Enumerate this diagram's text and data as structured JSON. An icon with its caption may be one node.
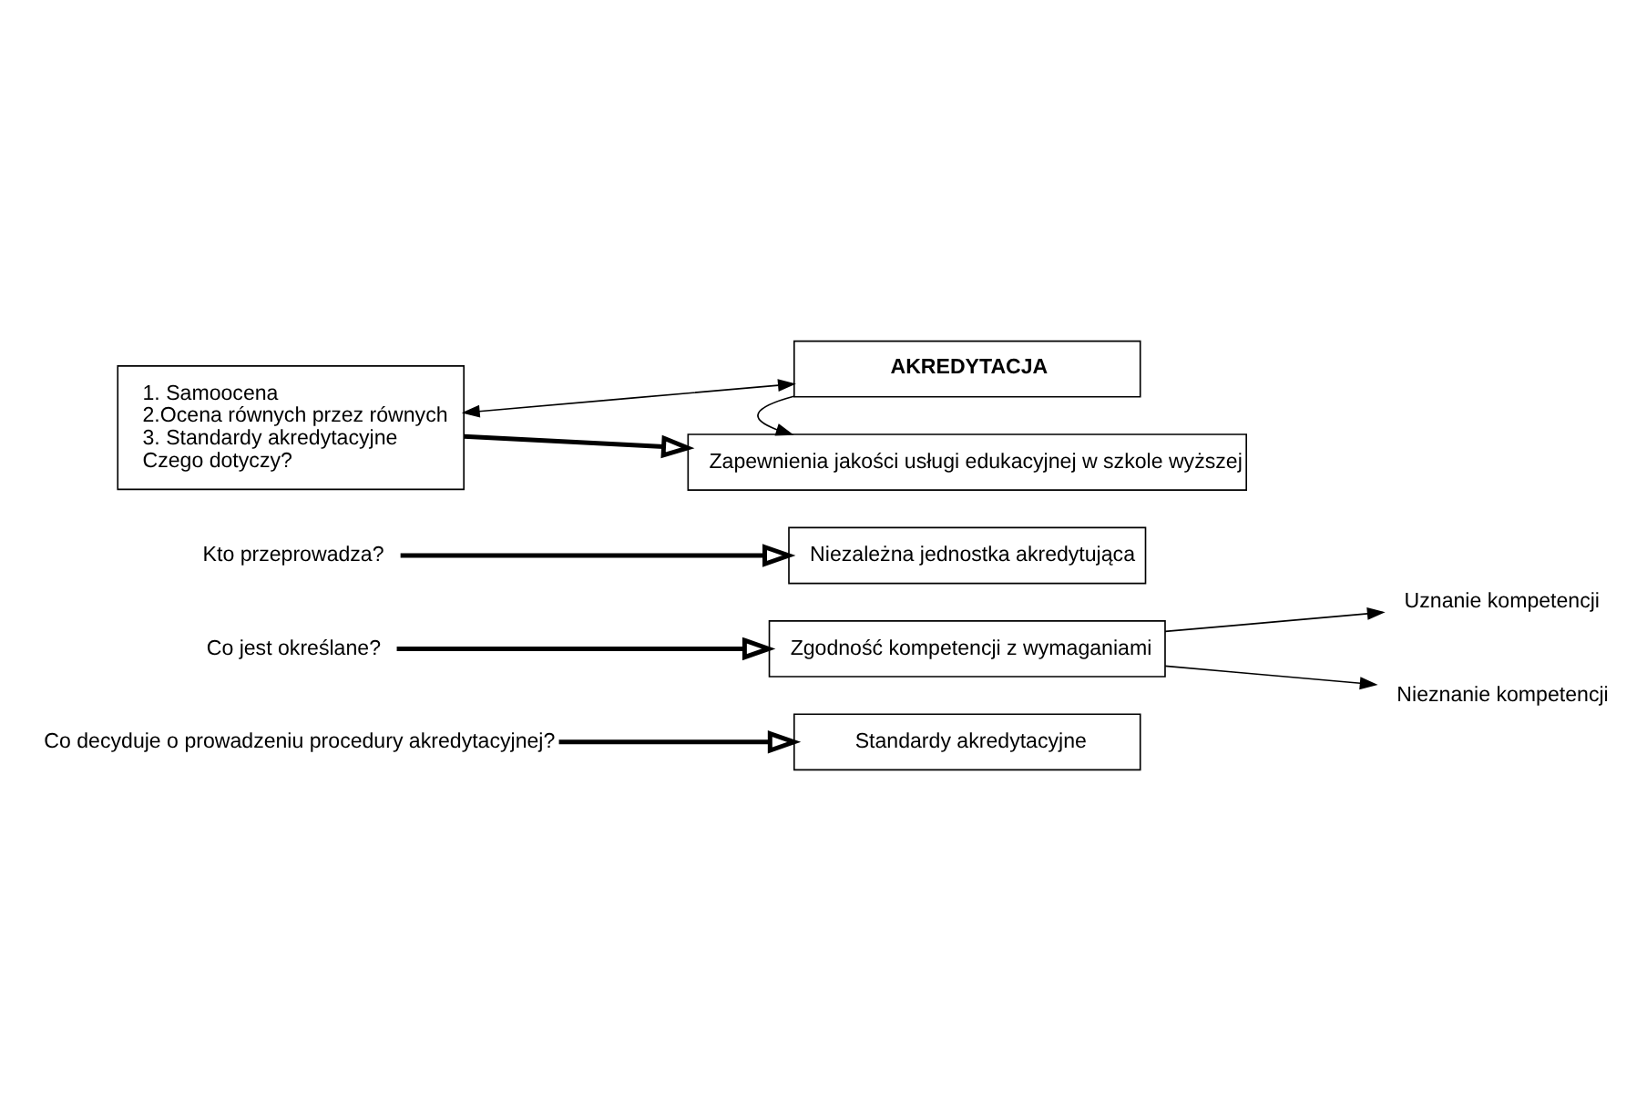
{
  "diagram": {
    "nodes": [
      {
        "text": [
          "1. Samoocena",
          "2.Ocena równych przez równych",
          "3. Standardy akredytacyjne",
          "Czego dotyczy?"
        ]
      },
      {
        "text": [
          "AKREDYTACJA"
        ]
      },
      {
        "text": [
          "Zapewnienia jakości usługi edukacyjnej w szkole wyższej"
        ]
      },
      {
        "text": [
          "Niezależna jednostka akredytująca"
        ]
      },
      {
        "text": [
          "Zgodność kompetencji z wymaganiami"
        ]
      },
      {
        "text": [
          "Uznanie kompetencji"
        ]
      },
      {
        "text": [
          "Nieznanie kompetencji"
        ]
      },
      {
        "text": [
          "Standardy akredytacyjne"
        ]
      },
      {
        "text": [
          "Kto przeprowadza?"
        ]
      },
      {
        "text": [
          "Co jest określane?"
        ]
      },
      {
        "text": [
          "Co decyduje o prowadzeniu procedury akredytacyjnej?"
        ]
      }
    ],
    "edges": [
      {
        "from": 0,
        "to": 1,
        "arrow": "both"
      },
      {
        "from": 1,
        "to": 2,
        "arrow": "to"
      },
      {
        "from": 0,
        "to": 2,
        "arrow": "to",
        "style": "thick"
      },
      {
        "from": 8,
        "to": 3,
        "arrow": "to",
        "style": "thick"
      },
      {
        "from": 9,
        "to": 4,
        "arrow": "to",
        "style": "thick"
      },
      {
        "from": 4,
        "to": 5,
        "arrow": "to"
      },
      {
        "from": 4,
        "to": 6,
        "arrow": "to"
      },
      {
        "from": 10,
        "to": 7,
        "arrow": "to",
        "style": "thick"
      }
    ]
  }
}
